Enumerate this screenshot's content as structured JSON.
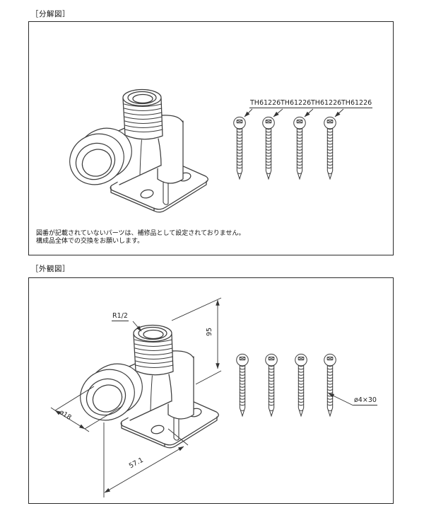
{
  "exploded_view": {
    "title": "［分解図］",
    "screws": [
      {
        "label": "TH61226"
      },
      {
        "label": "TH61226"
      },
      {
        "label": "TH61226"
      },
      {
        "label": "TH61226"
      }
    ],
    "note": {
      "line1": "図番が記載されていないパーツは、補修品として設定されておりません。",
      "line2": "構成品全体での交換をお願いします。"
    }
  },
  "outline_view": {
    "title": "［外観図］",
    "dimensions": {
      "thread_size": "R1/2",
      "height": "95",
      "socket_diameter": "ø18",
      "base_width": "57.1",
      "screw_spec": "ø4×30"
    }
  },
  "colors": {
    "line": "#3d3d3d",
    "border": "#2b2b2b",
    "background": "#ffffff"
  }
}
